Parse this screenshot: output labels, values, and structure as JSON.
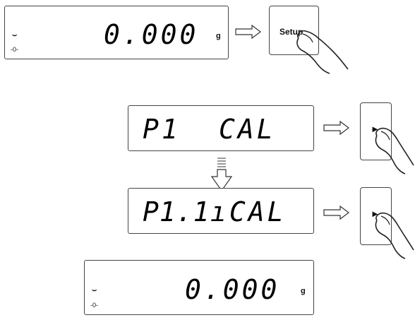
{
  "displays": {
    "top": {
      "value": "0.000",
      "unit": "g",
      "stable": "⌣",
      "zero": "-0-"
    },
    "p1": {
      "code": "P1",
      "label": "CAL"
    },
    "p11": {
      "code": "P1.1",
      "label": "ıCAL"
    },
    "bottom": {
      "value": "0.000",
      "unit": "g",
      "stable": "⌣",
      "zero": "-0-"
    }
  },
  "keys": {
    "setup": {
      "label": "Setup"
    },
    "right_1": {
      "icon": "right-triangle-icon",
      "glyph": "►"
    },
    "right_2": {
      "icon": "right-triangle-icon",
      "glyph": "►"
    }
  },
  "icons": {
    "hollow_right_arrow": "arrow-right-icon",
    "hollow_down_arrow": "arrow-down-icon",
    "pressing_hand": "hand-press-icon"
  }
}
